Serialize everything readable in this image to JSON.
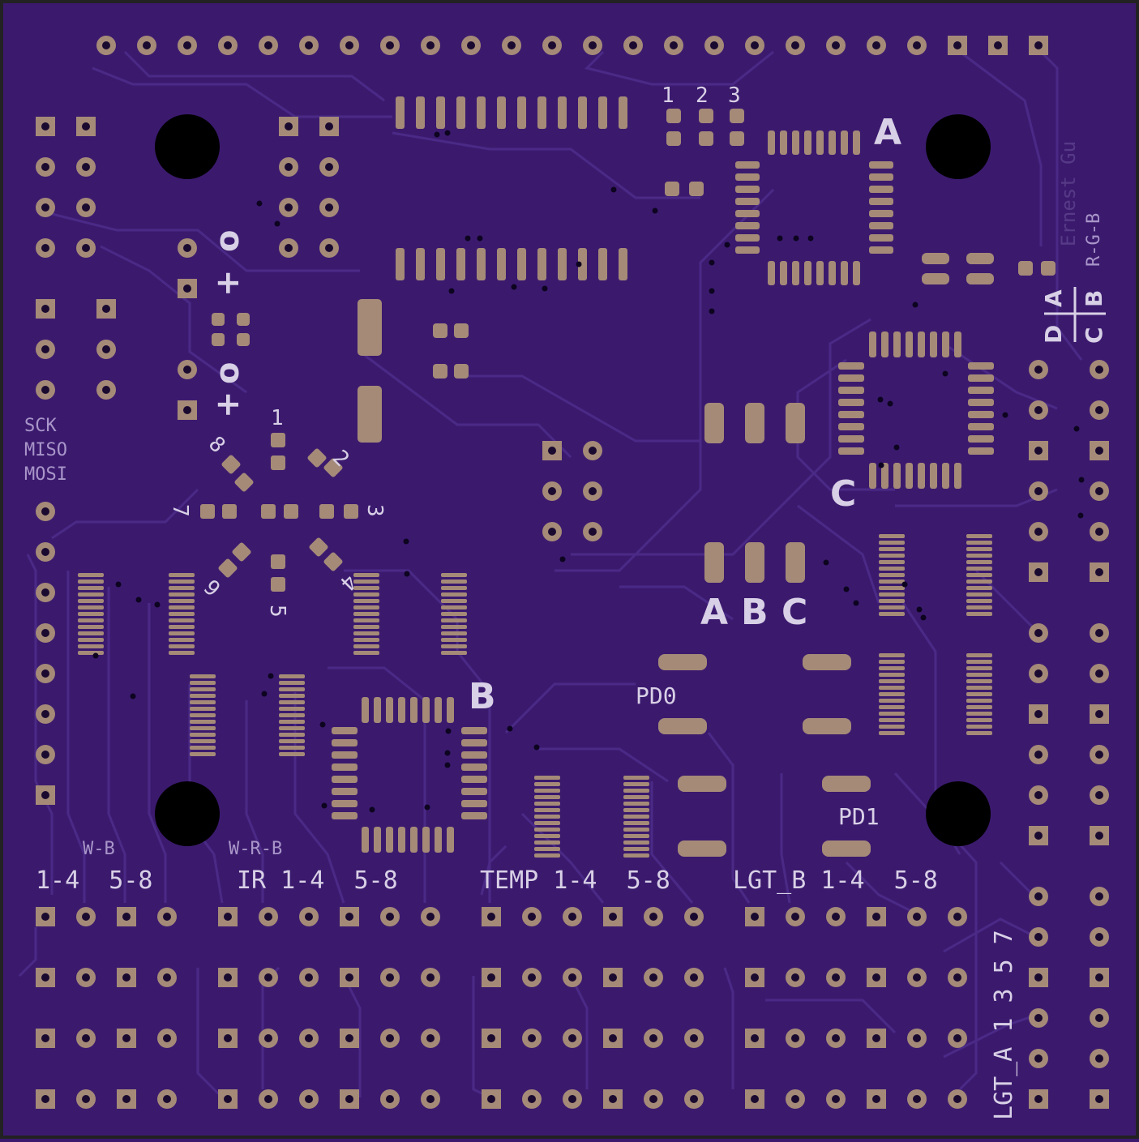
{
  "board": {
    "colors": {
      "substrate": "#3b1a6e",
      "trace": "#4a2a86",
      "pad": "#a58a78",
      "silkscreen": "#d8d0e6",
      "hole": "#000000"
    }
  },
  "labels": {
    "spi_sck": "SCK",
    "spi_miso": "MISO",
    "spi_mosi": "MOSI",
    "sel_1": "1",
    "sel_2": "2",
    "sel_3": "3",
    "chip_a": "A",
    "chip_b": "B",
    "chip_c": "C",
    "abc_a": "A",
    "abc_b": "B",
    "abc_c": "C",
    "pd0": "PD0",
    "pd1": "PD1",
    "rgb": "R-G-B",
    "author": "Ernest Gu",
    "quad_d": "D",
    "quad_a": "A",
    "quad_c": "C",
    "quad_b": "B",
    "pol_o1": "o",
    "pol_p1": "+",
    "pol_o2": "o",
    "pol_p2": "+",
    "wb": "W-B",
    "wrb": "W-R-B",
    "grp1": "1-4  5-8",
    "grp2": "IR 1-4  5-8",
    "grp3": "TEMP 1-4  5-8",
    "grp4": "LGT_B 1-4  5-8",
    "lgt_a": "LGT_A 1 3 5 7",
    "star_1": "1",
    "star_2": "2",
    "star_3": "3",
    "star_4": "4",
    "star_5": "5",
    "star_6": "6",
    "star_7": "7",
    "star_8": "8"
  }
}
